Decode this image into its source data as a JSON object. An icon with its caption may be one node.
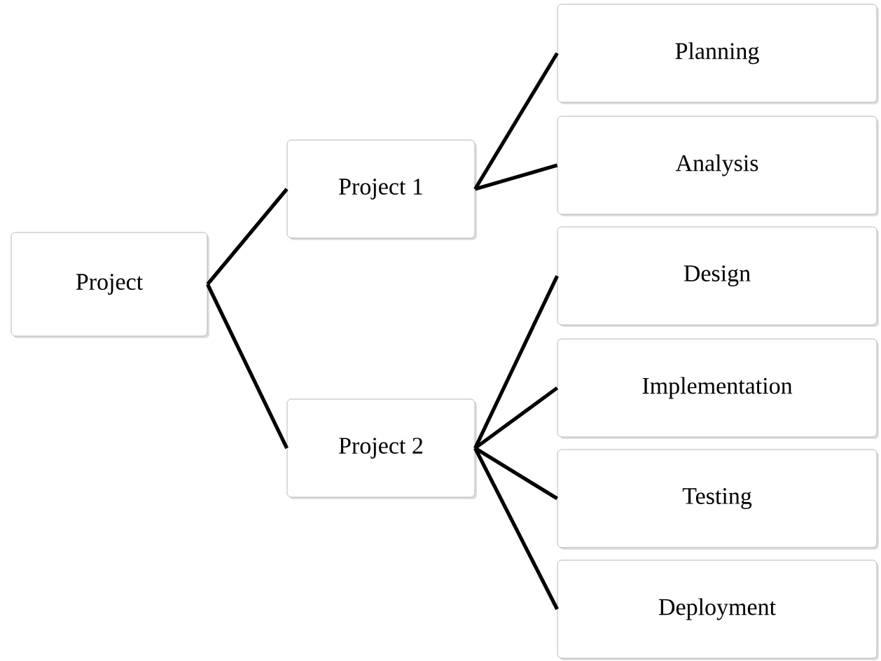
{
  "diagram": {
    "nodes": [
      {
        "text": [
          "Project"
        ]
      },
      {
        "text": [
          "Project 1"
        ]
      },
      {
        "text": [
          "Project 2"
        ]
      },
      {
        "text": [
          "Planning"
        ]
      },
      {
        "text": [
          "Analysis"
        ]
      },
      {
        "text": [
          "Design"
        ]
      },
      {
        "text": [
          "Implementation"
        ]
      },
      {
        "text": [
          "Testing"
        ]
      },
      {
        "text": [
          "Deployment"
        ]
      }
    ],
    "edges": [
      {
        "from": 0,
        "to": 1,
        "arrow": "none"
      },
      {
        "from": 0,
        "to": 2,
        "arrow": "none"
      },
      {
        "from": 1,
        "to": 3,
        "arrow": "none"
      },
      {
        "from": 1,
        "to": 4,
        "arrow": "none"
      },
      {
        "from": 2,
        "to": 5,
        "arrow": "none"
      },
      {
        "from": 2,
        "to": 6,
        "arrow": "none"
      },
      {
        "from": 2,
        "to": 7,
        "arrow": "none"
      },
      {
        "from": 2,
        "to": 8,
        "arrow": "none"
      }
    ]
  }
}
